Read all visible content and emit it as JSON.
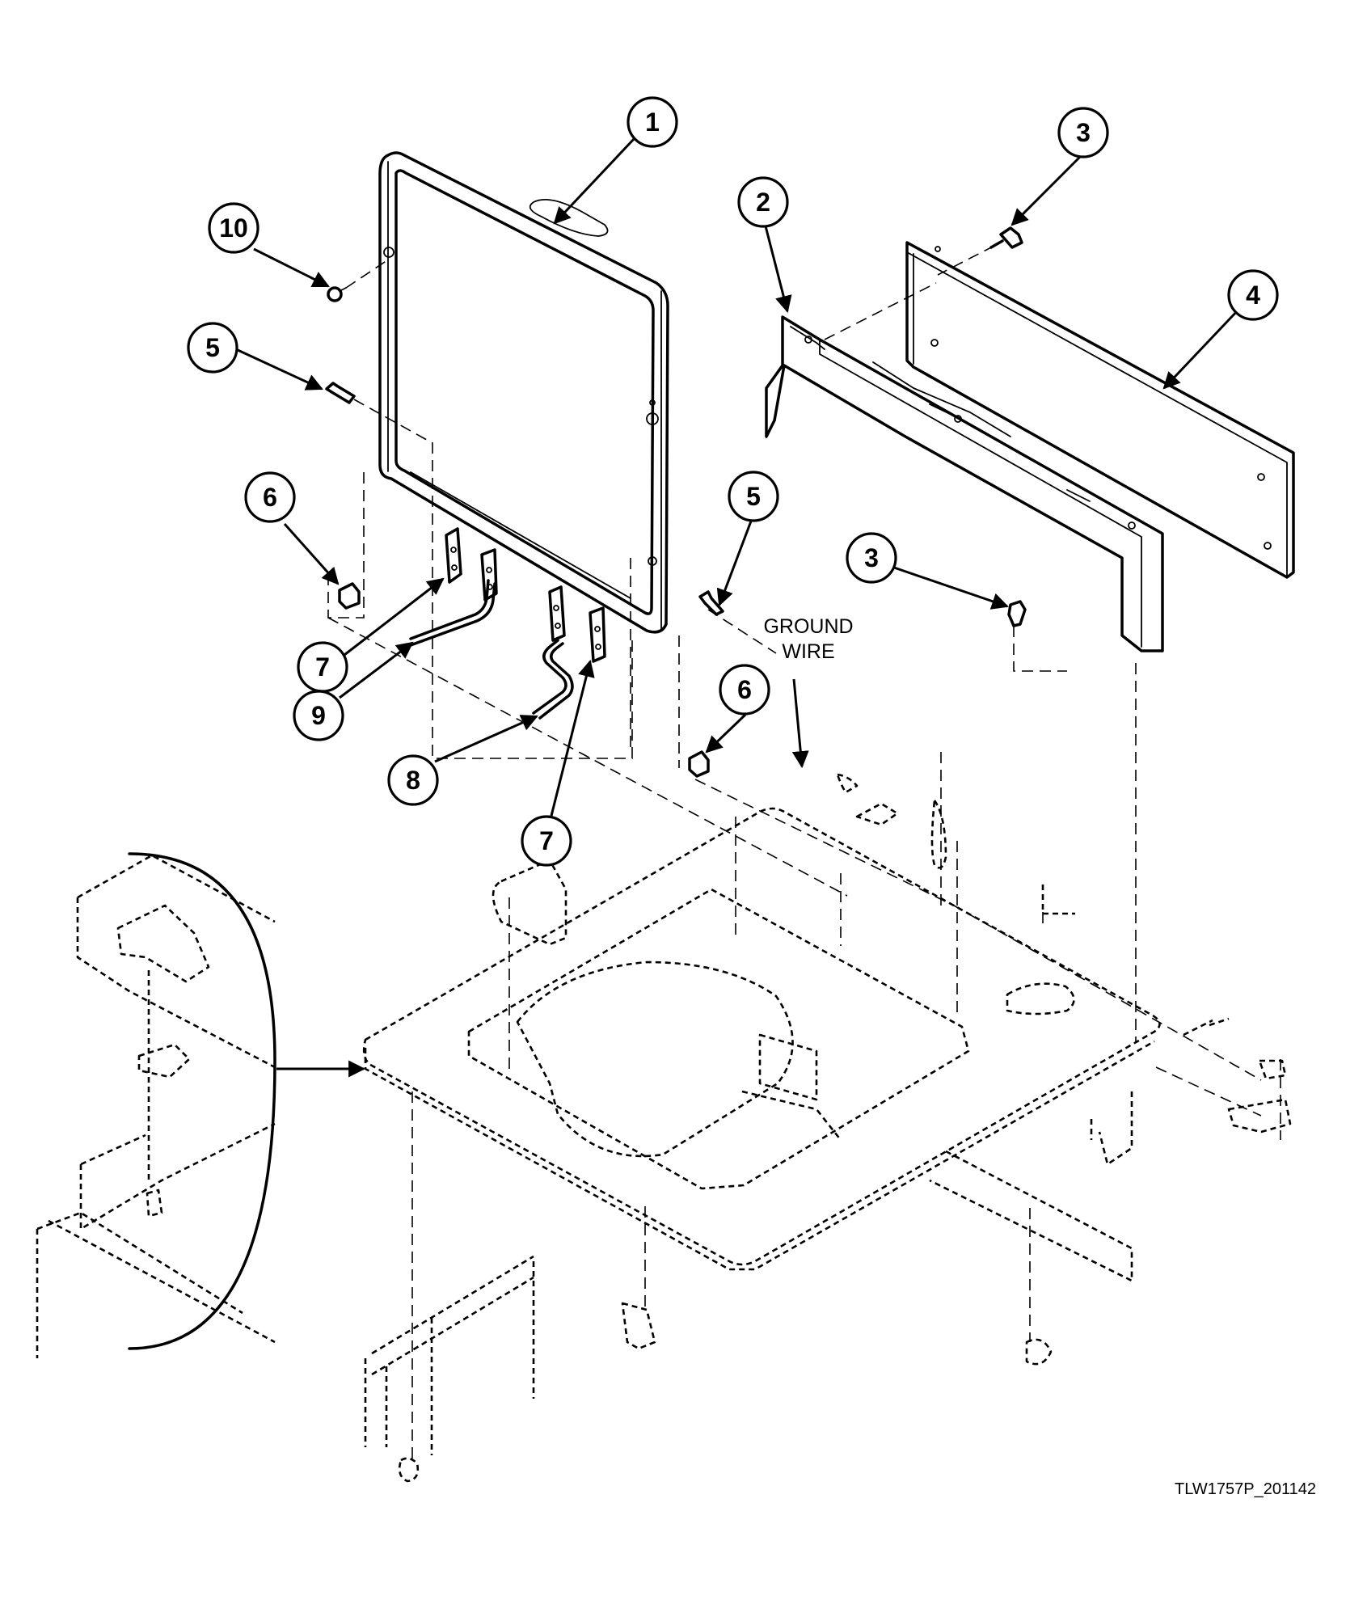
{
  "callouts": {
    "c1": "1",
    "c2": "2",
    "c3a": "3",
    "c3b": "3",
    "c4": "4",
    "c5a": "5",
    "c5b": "5",
    "c6a": "6",
    "c6b": "6",
    "c7a": "7",
    "c7b": "7",
    "c8": "8",
    "c9": "9",
    "c10": "10"
  },
  "notes": {
    "ground_wire_line1": "GROUND",
    "ground_wire_line2": "WIRE"
  },
  "drawing_code": "TLW1757P_201142"
}
